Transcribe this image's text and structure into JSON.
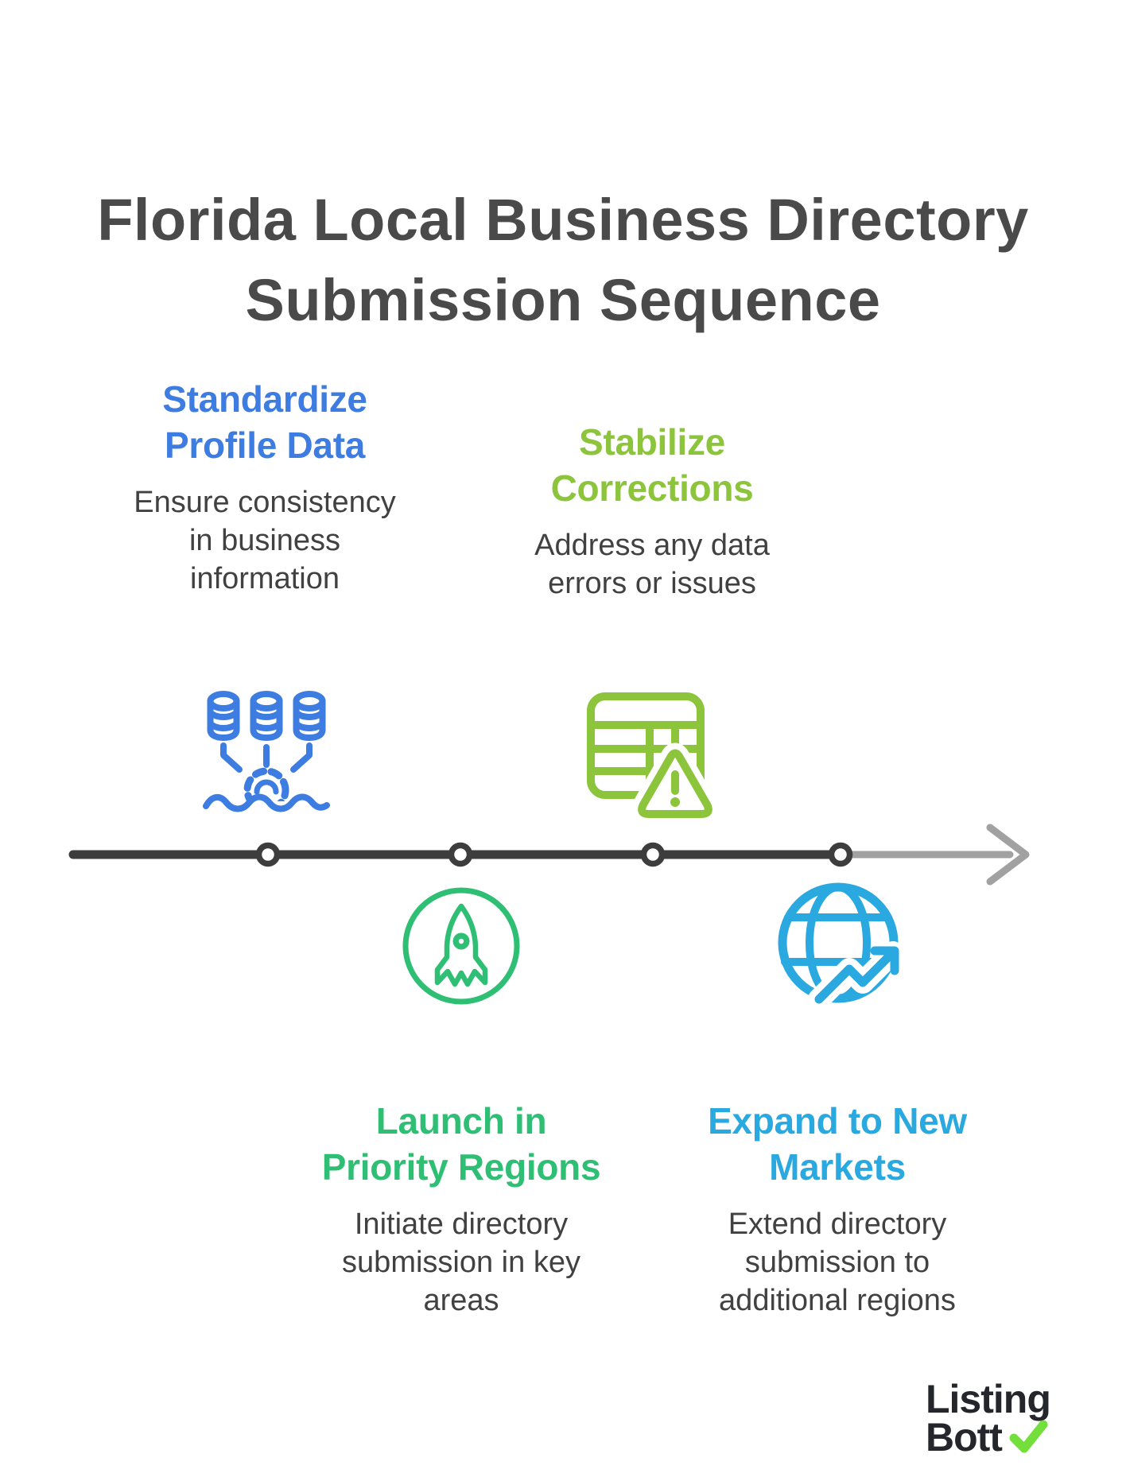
{
  "title": {
    "text": "Florida Local Business Directory\nSubmission Sequence",
    "color": "#4a4a4a"
  },
  "steps": [
    {
      "title": "Standardize\nProfile Data",
      "description": "Ensure consistency\nin business\ninformation",
      "accent_color": "#3d7ce0",
      "icon": "databases-merge-icon",
      "placement": "above-timeline"
    },
    {
      "title": "Stabilize\nCorrections",
      "description": "Address any data\nerrors or issues",
      "accent_color": "#8cc43c",
      "icon": "table-warning-icon",
      "placement": "above-timeline"
    },
    {
      "title": "Launch in\nPriority Regions",
      "description": "Initiate directory\nsubmission in key\nareas",
      "accent_color": "#2ebf74",
      "icon": "rocket-icon",
      "placement": "below-timeline"
    },
    {
      "title": "Expand to New\nMarkets",
      "description": "Extend directory\nsubmission to\nadditional regions",
      "accent_color": "#2aa9e0",
      "icon": "globe-growth-icon",
      "placement": "below-timeline"
    }
  ],
  "body_text_color": "#414141",
  "timeline": {
    "node_count": 4,
    "line_color": "#3d3d3d",
    "future_color": "#a1a1a1",
    "node_fill": "#ffffff"
  },
  "logo": {
    "line1": "Listing",
    "line2": "Bott",
    "text_color": "#24262c",
    "check_color": "#72df3b"
  }
}
